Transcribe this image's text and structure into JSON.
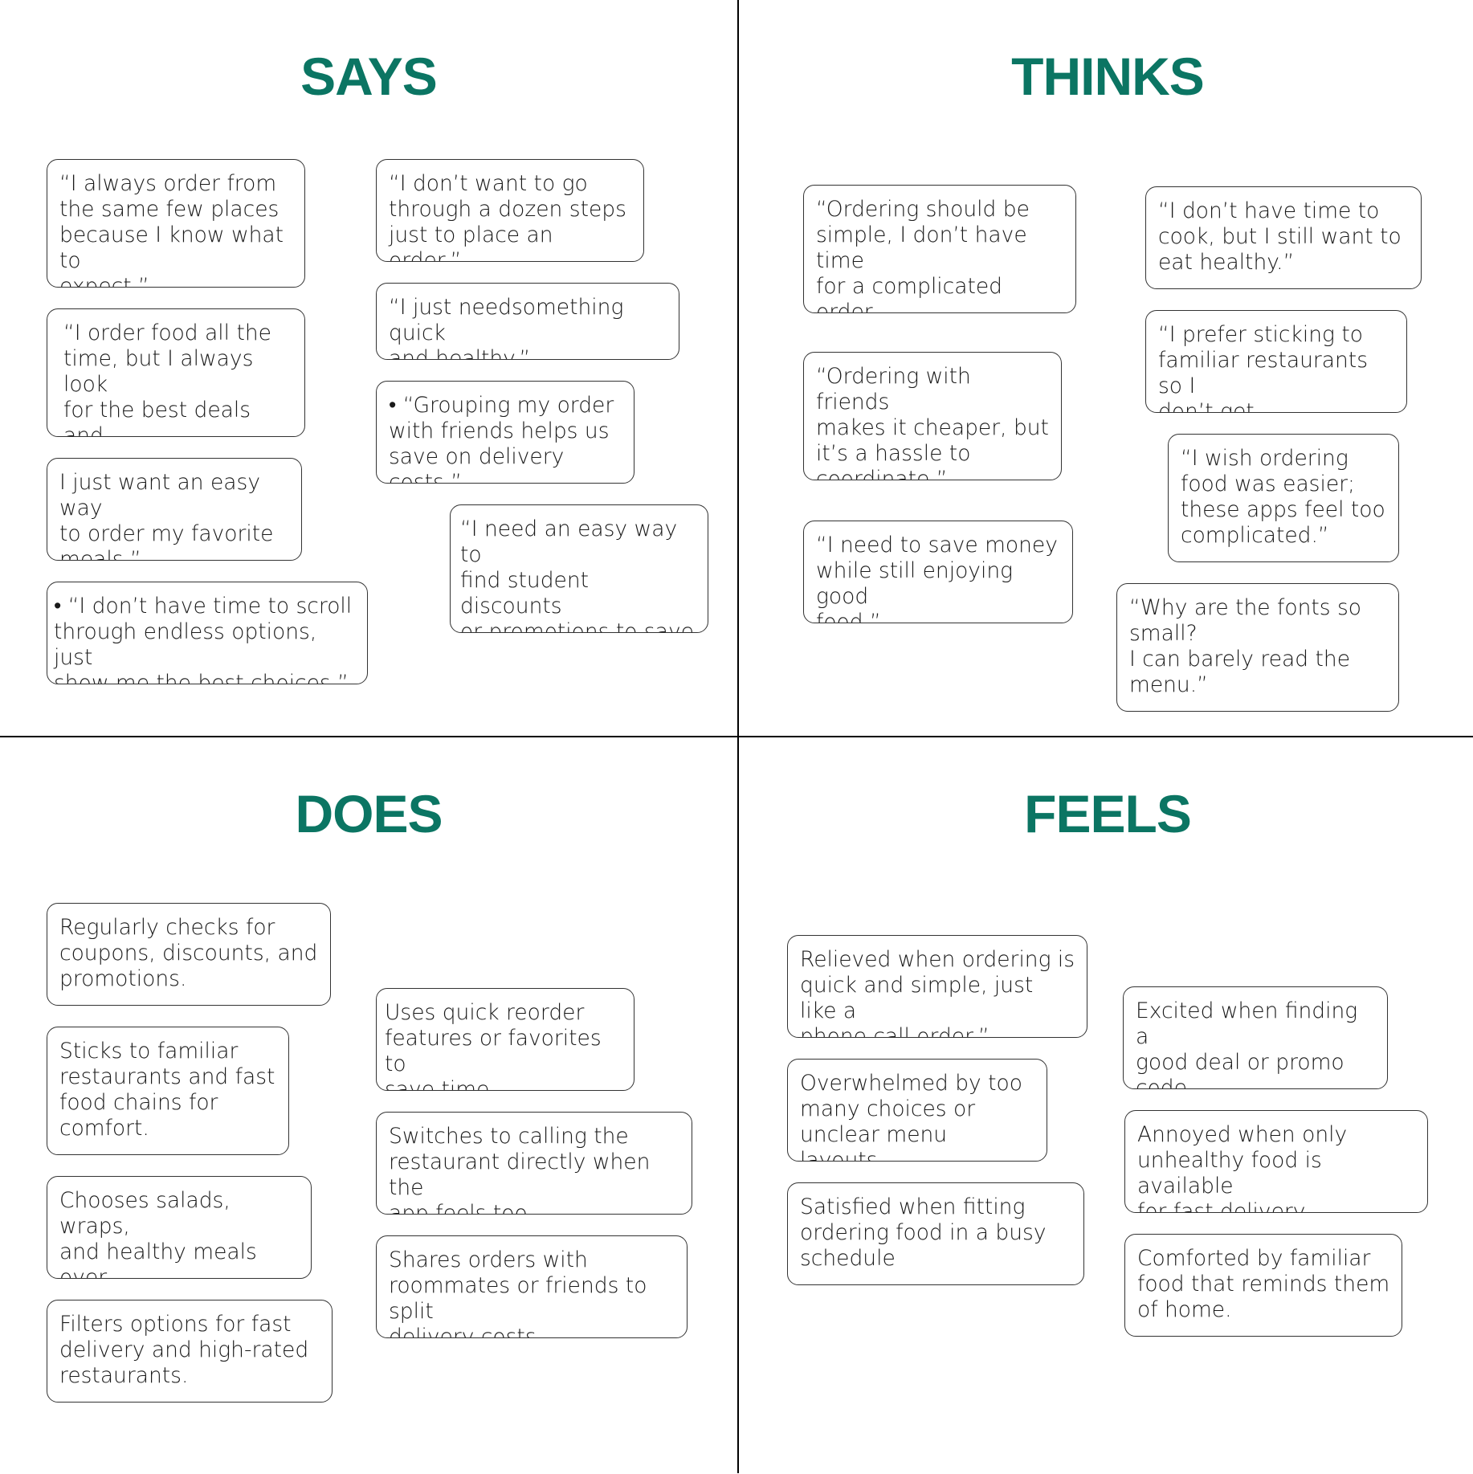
{
  "theme": {
    "title_color": "#0b7563"
  },
  "says": {
    "title": "SAYS",
    "cards": [
      "“I always order from\nthe same few places\nbecause I know what to\nexpect.”",
      "“I order food all the\ntime, but I always look\nfor the best deals and\ndiscounts.”",
      "I just want an easy way\nto order my favorite\nmeals.”",
      "• “I don’t have time to scroll\nthrough endless options, just\nshow me the best choices.”",
      "“I don’t want to go\nthrough a dozen steps\njust to place an order.”",
      "“I just needsomething quick\nand healthy.”",
      " • “Grouping my order\nwith friends helps us\nsave on delivery costs.”",
      " “I need an easy way to\nfind student discounts\nor promotions to save\nmoney.”"
    ]
  },
  "thinks": {
    "title": "THINKS",
    "cards": [
      "“Ordering should be\nsimple, I don’t have time\nfor a complicated order\nprocess.”",
      "“Ordering with friends\nmakes it cheaper, but\nit’s a hassle to\ncoordinate.”",
      "“I need to save money\nwhile still enjoying good\nfood.”",
      " “I don’t have time to\ncook, but I still want to\neat healthy.”",
      " “I prefer sticking to\nfamiliar restaurants so I\ndon’t get overwhelmed.”",
      " “I wish ordering\nfood was easier;\nthese apps feel too\ncomplicated.”",
      "  “Why are the fonts so\nsmall?\nI can barely read the\nmenu.”"
    ]
  },
  "does": {
    "title": "DOES",
    "cards": [
      "Regularly checks for\ncoupons, discounts, and\npromotions.",
      " Sticks to familiar\nrestaurants and fast\nfood chains for\ncomfort.",
      "Chooses salads, wraps,\nand healthy meals over\ngreasy fastfood.",
      " Filters options for fast\ndelivery and high-rated\nrestaurants.",
      "Uses quick reorder\nfeatures or favorites to\nsave time.",
      "Switches to calling the\nrestaurant directly when the\napp feels too overwhelming.",
      "Shares orders with\nroommates or friends to split\ndelivery costs."
    ]
  },
  "feels": {
    "title": "FEELS",
    "cards": [
      "Relieved when ordering is\nquick and simple, just like a\nphone call order.”",
      " Overwhelmed by too\nmany choices or\nunclear menu layouts.",
      "Satisfied when fitting\nordering food in a busy\nschedule",
      "Excited when finding a\ngood deal or promo\ncode.",
      "Annoyed when only\nunhealthy food is available\nfor fast delivery.",
      "Comforted by familiar\nfood that reminds them\nof home."
    ]
  }
}
